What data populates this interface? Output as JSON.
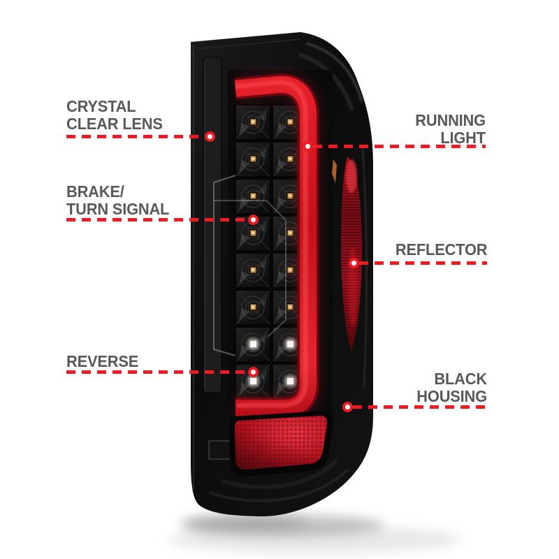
{
  "page": {
    "type": "product-callout-diagram",
    "background": "#ffffff",
    "subject": "LED tail light with black housing and clear lens (rear view, callout features)"
  },
  "colors": {
    "accent_red": "#ed1c24",
    "label_gray": "#58595a",
    "tube_red": "#d01622",
    "reflector_red": "#b31320",
    "housing_black": "#0d0d0d"
  },
  "lamp_parts": [
    "black-housing",
    "crystal-clear-lens-bezel",
    "led-grid",
    "running-light-bar",
    "side-reflector",
    "bottom-reflector",
    "ground-shadow"
  ],
  "callouts": [
    {
      "id": "crystal-clear-lens",
      "align": "left",
      "lines": [
        "CRYSTAL",
        "CLEAR LENS"
      ]
    },
    {
      "id": "running-light",
      "align": "right",
      "lines": [
        "RUNNING",
        "LIGHT"
      ]
    },
    {
      "id": "brake-turn-signal",
      "align": "left",
      "lines": [
        "BRAKE/",
        "TURN SIGNAL"
      ]
    },
    {
      "id": "reflector",
      "align": "right",
      "lines": [
        "REFLECTOR"
      ]
    },
    {
      "id": "reverse",
      "align": "left",
      "lines": [
        "REVERSE"
      ]
    },
    {
      "id": "black-housing",
      "align": "right",
      "lines": [
        "BLACK",
        "HOUSING"
      ]
    }
  ]
}
